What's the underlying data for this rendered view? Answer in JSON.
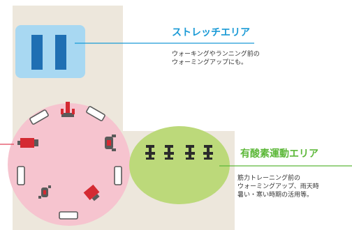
{
  "stretch_area": {
    "title": "ストレッチエリア",
    "desc": [
      "ウォーキングやランニング前の",
      "ウォーミングアップにも。"
    ],
    "title_color": "#1a9ad6",
    "line_color": "#1a9ad6"
  },
  "aerobic_area": {
    "title": "有酸素運動エリア",
    "desc": [
      "筋力トレーニング前の",
      "ウォーミングアップ、雨天時",
      "暑い・寒い時期の活用等。"
    ],
    "title_color": "#5db83a",
    "line_color": "#5db83a"
  },
  "colors": {
    "floor": "#ede7dc",
    "stretch_zone": "#a8d8f2",
    "mat": "#1f6fb3",
    "machine_zone": "#f6c4cf",
    "aerobic_zone": "#bcd97a",
    "machine_red": "#d42a32",
    "machine_gray": "#5a5a5a",
    "pink_line": "#e2455a"
  },
  "icons": {
    "mat": "stretch-mat-icon",
    "machine": "strength-machine-icon",
    "bench": "bench-icon",
    "bike": "exercise-bike-icon"
  }
}
